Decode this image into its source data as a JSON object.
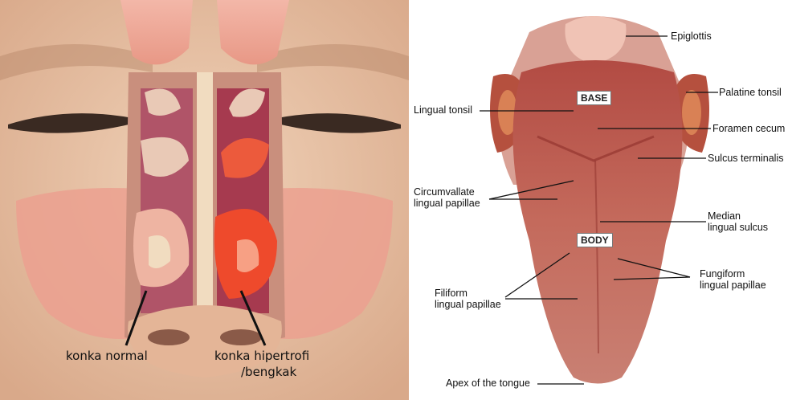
{
  "nose_panel": {
    "labels": {
      "normal": "konka normal",
      "hypertrophic_line1": "konka hipertrofi",
      "hypertrophic_line2": "/bengkak"
    }
  },
  "tongue_panel": {
    "regions": {
      "base": "BASE",
      "body": "BODY"
    },
    "labels": {
      "epiglottis": "Epiglottis",
      "palatine_tonsil": "Palatine tonsil",
      "lingual_tonsil": "Lingual tonsil",
      "foramen_cecum": "Foramen cecum",
      "sulcus_terminalis": "Sulcus terminalis",
      "circumvallate_line1": "Circumvallate",
      "circumvallate_line2": "lingual papillae",
      "median_line1": "Median",
      "median_line2": "lingual sulcus",
      "fungiform_line1": "Fungiform",
      "fungiform_line2": "lingual papillae",
      "filiform_line1": "Filiform",
      "filiform_line2": "lingual papillae",
      "apex": "Apex of the tongue"
    }
  }
}
